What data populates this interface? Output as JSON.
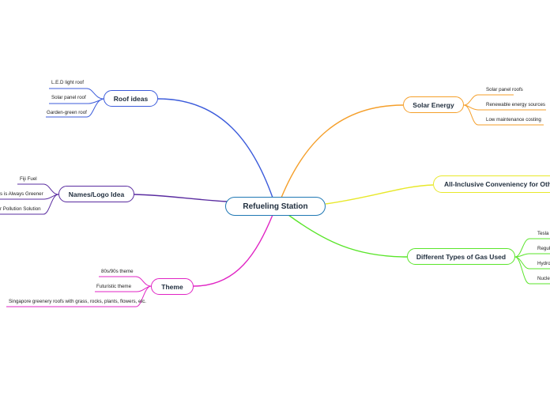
{
  "root": {
    "label": "Refueling Station",
    "color": "#1f78b4"
  },
  "branches": [
    {
      "id": "roof",
      "label": "Roof ideas",
      "color": "#3b5bdb",
      "leaves": [
        "L.E.D light roof",
        "Solar panel roof",
        "Garden-green roof"
      ]
    },
    {
      "id": "names",
      "label": "Names/Logo Idea",
      "color": "#5a2ca0",
      "leaves": [
        "Fiji Fuel",
        "s is Always Greener",
        "r Pollution Solution"
      ]
    },
    {
      "id": "theme",
      "label": "Theme",
      "color": "#e024c4",
      "leaves": [
        "80s/90s theme",
        "Futuristic theme",
        "Singapore greenery roofs with grass, rocks, plants, flowers, etc."
      ]
    },
    {
      "id": "solar",
      "label": "Solar Energy",
      "color": "#f59f2a",
      "leaves": [
        "Solar panel roofs",
        "Renewable energy sources",
        "Low maintenance costing"
      ]
    },
    {
      "id": "allinc",
      "label": "All-Inclusive Conveniency for Oth",
      "color": "#e8e82a",
      "leaves": []
    },
    {
      "id": "gas",
      "label": "Different Types of Gas Used",
      "color": "#5ae52a",
      "leaves": [
        "Tesla",
        "Regul",
        "Hydro",
        "Nucle"
      ]
    }
  ]
}
